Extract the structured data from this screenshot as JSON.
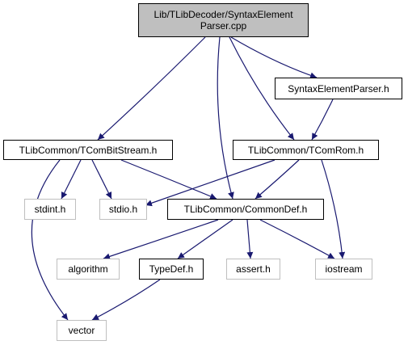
{
  "graph": {
    "edge_color": "#191970",
    "colors": {
      "root_fill": "#bfbfbf",
      "documented_border": "#000000",
      "external_border": "#bfbfbf"
    },
    "nodes": {
      "root": "Lib/TLibDecoder/SyntaxElement Parser.cpp",
      "syntax_parser_h": "SyntaxElementParser.h",
      "bitstream_h": "TLibCommon/TComBitStream.h",
      "rom_h": "TLibCommon/TComRom.h",
      "stdint_h": "stdint.h",
      "stdio_h": "stdio.h",
      "commondef_h": "TLibCommon/CommonDef.h",
      "algorithm": "algorithm",
      "typedef_h": "TypeDef.h",
      "assert_h": "assert.h",
      "iostream": "iostream",
      "vector": "vector"
    },
    "edges": [
      [
        "root",
        "syntax_parser_h"
      ],
      [
        "root",
        "bitstream_h"
      ],
      [
        "root",
        "rom_h"
      ],
      [
        "root",
        "commondef_h"
      ],
      [
        "syntax_parser_h",
        "rom_h"
      ],
      [
        "bitstream_h",
        "stdint_h"
      ],
      [
        "bitstream_h",
        "stdio_h"
      ],
      [
        "bitstream_h",
        "commondef_h"
      ],
      [
        "bitstream_h",
        "vector"
      ],
      [
        "rom_h",
        "stdio_h"
      ],
      [
        "rom_h",
        "commondef_h"
      ],
      [
        "rom_h",
        "iostream"
      ],
      [
        "commondef_h",
        "algorithm"
      ],
      [
        "commondef_h",
        "typedef_h"
      ],
      [
        "commondef_h",
        "assert_h"
      ],
      [
        "commondef_h",
        "iostream"
      ],
      [
        "typedef_h",
        "vector"
      ]
    ]
  }
}
